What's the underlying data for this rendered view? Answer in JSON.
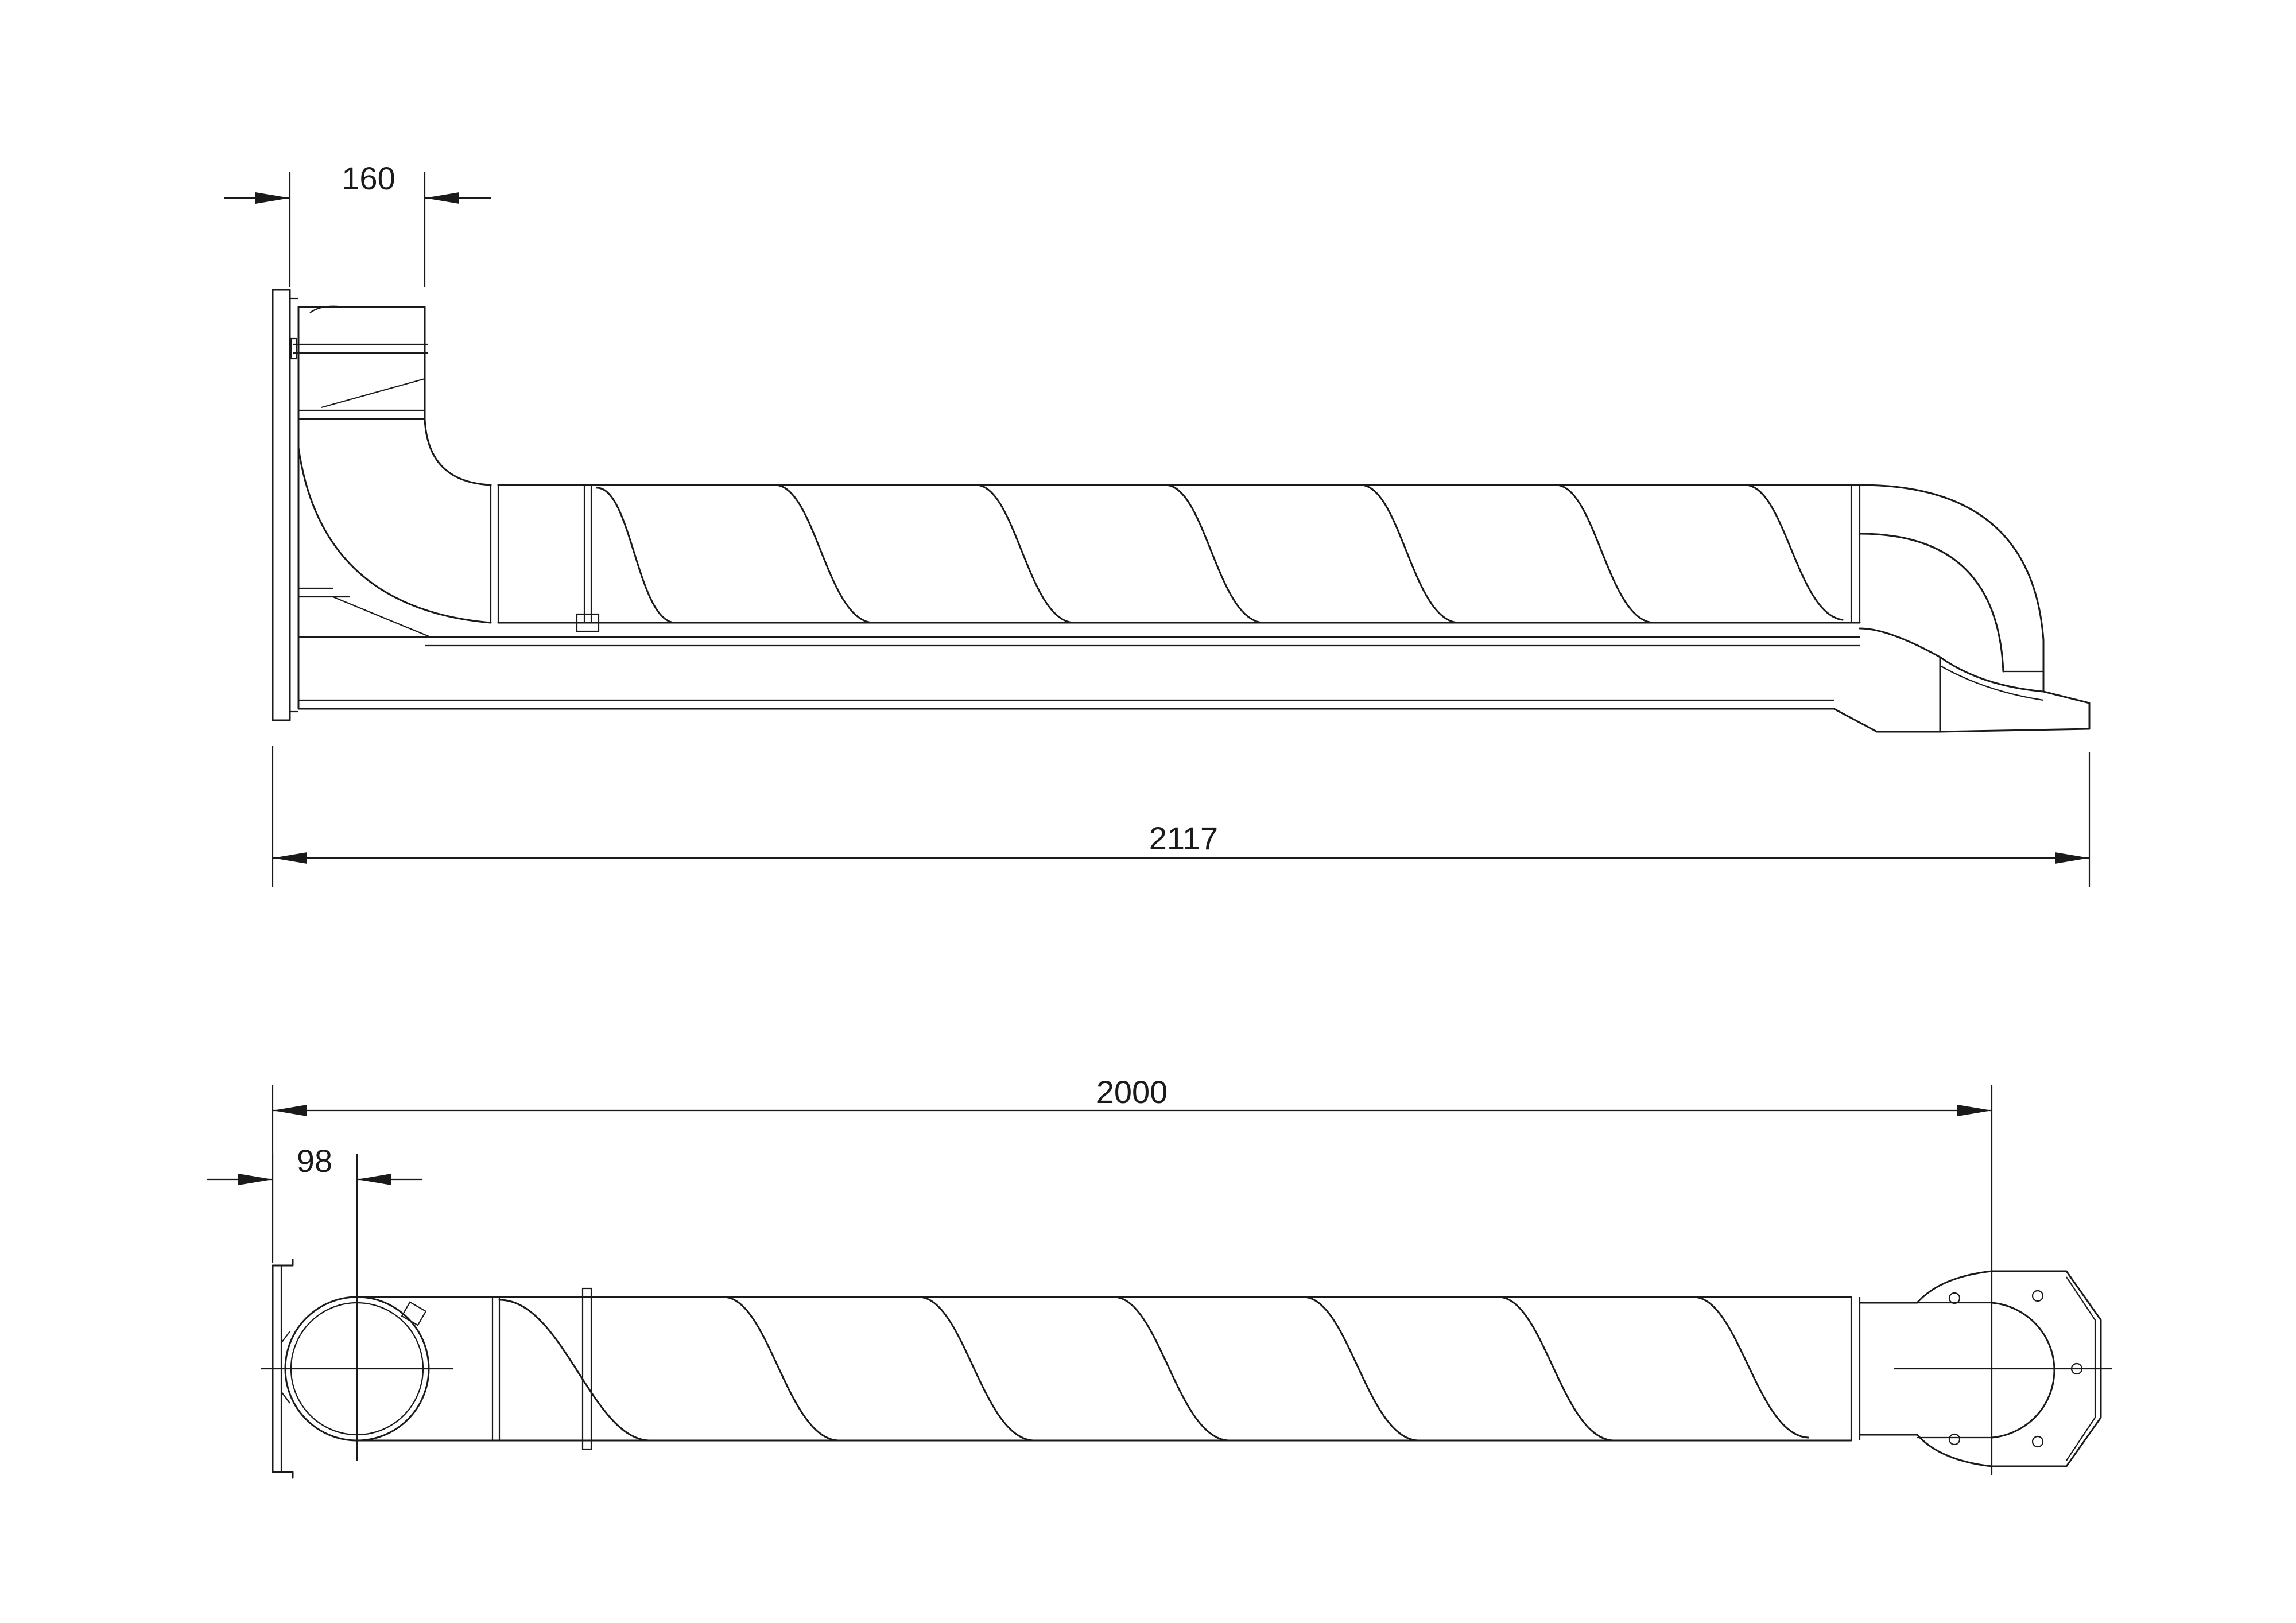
{
  "dimensions": {
    "top_inlet_width": "160",
    "top_overall_length": "2117",
    "bottom_overall_length": "2000",
    "bottom_inlet_offset": "98"
  },
  "colors": {
    "line": "#1a1a1a",
    "background": "#ffffff"
  }
}
